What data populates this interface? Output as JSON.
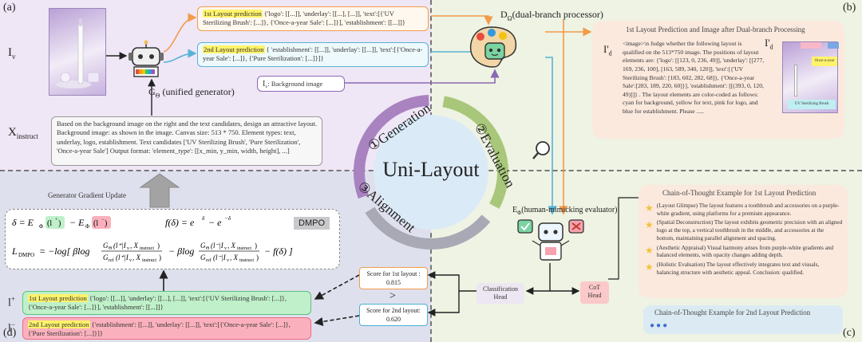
{
  "panels": {
    "a": "(a)",
    "b": "(b)",
    "c": "(c)",
    "d": "(d)"
  },
  "center": {
    "title": "Uni-Layout",
    "gen": "①Generation",
    "eval": "②Evaluation",
    "align": "③Alignment"
  },
  "a": {
    "iv": "I",
    "iv_sub": "v",
    "generator": "G",
    "generator_sub": "Θ",
    "generator_desc": " (unified generator)",
    "pred1_label": "1st Layout prediction",
    "pred1_text": "{'logo': [[...]], 'underlay': [[...], [...]], 'text':[{'UV Sterilizing Brush': [...]}, {'Once-a-year Sale': [...]}], 'establishment': [[...]]}",
    "pred2_label": "2nd Layout prediction",
    "pred2_text": "{ 'establishment': [[...]], 'underlay': [[...]], 'text':[{'Once-a-year Sale': [...]}, {'Pure Sterilization': [...]}]}",
    "bg_label": "I",
    "bg_sub": "v",
    "bg_text": ": Background image",
    "instruct": "X",
    "instruct_sub": "instruct",
    "instruct_text": "Based on the background image on the right and the text candidates, design an attractive layout. Background image: as shown in the image. Canvas size: 513 * 750. Element types: text, underlay, logo, establishment. Text candidates ['UV Sterilizing Brush', 'Pure Sterilization', 'Once-a-year Sale'] Output format: 'element_type': [[x_min, y_min, width, height], ...]"
  },
  "b": {
    "processor": "D",
    "processor_sub": "Ω",
    "processor_desc": "(dual-branch processor)",
    "box_title": "1st Layout Prediction and Image after Dual-branch Processing",
    "id_label": "I'",
    "id_sub": "d",
    "box_text": "<image>\\n Judge whether the following layout is qualified on the 513*750 image. The positions of layout elements are: {'logo': [[123, 0, 236, 49]], 'underlay': [[277, 169, 236, 100], [163, 589, 340, 120]], 'text':[{'UV Sterilizing Brush': [183, 602, 282, 68]}, {'Once-a-year Sale':[283, 189, 220, 60]}], 'establishment': [[(393, 0, 120, 49)]]} . The layout elements are color-coded as follows: cyan for background, yellow for text, pink for logo, and blue for establishment. Please .....",
    "mini_text1": "Once-a-year Sale",
    "mini_text2": "UV Sterilizing Brush"
  },
  "c": {
    "evaluator": "E",
    "evaluator_sub": "Φ",
    "evaluator_desc": "(human-mimicking evaluator)",
    "class_head": "Classification Head",
    "cot_head": "CoT Head",
    "cot_title1": "Chain-of-Thought Example for 1st Layout Prediction",
    "cot_items": [
      "(Layout Glimpse) The layout features a toothbrush and accessories on a purple-white gradient, using platforms for a premium appearance.",
      "(Spatial Deconstruction) The layout exhibits geometric precision with an aligned logo at the top, a vertical toothbrush in the middle, and accessories at the bottom, maintaining parallel alignment and spacing.",
      "(Aesthetic Appraisal) Visual harmony arises from purple-white gradients and balanced elements, with opacity changes adding depth.",
      "(Holistic Evaluation) The layout effectively integrates text and visuals, balancing structure with aesthetic appeal. Conclusion: qualified."
    ],
    "cot_title2": "Chain-of-Thought Example for 2nd Layout Prediction",
    "dots": "●●●"
  },
  "d": {
    "grad_update": "Generator Gradient Update",
    "dmpo": "DMPO",
    "score1_label": "Score for 1st layout :",
    "score1_value": "0.815",
    "score2_label": "Score for 2nd layout:",
    "score2_value": "0.620",
    "gt": ">",
    "lplus": "l",
    "lplus_sup": "+",
    "lminus": "l",
    "lminus_sup": "−",
    "l1_label": "1st Layout prediction",
    "l1_text": "{'logo': [[...]], 'underlay': [[...], [...]], 'text':[{'UV Sterilizing Brush': [...]}, {'Once-a-year Sale': [...]}], 'establishment': [[...]]}",
    "l2_label": "2nd Layout prediction",
    "l2_text": "{'establishment': [[...]], 'underlay': [[...]], 'text':[{'Once-a-year Sale': [...]}, {'Pure Sterilization': [...]}]}"
  },
  "colors": {
    "orange": "#f29b4a",
    "blue": "#57b3d6",
    "purple": "#8a6ab3",
    "green": "#a9c77a"
  }
}
